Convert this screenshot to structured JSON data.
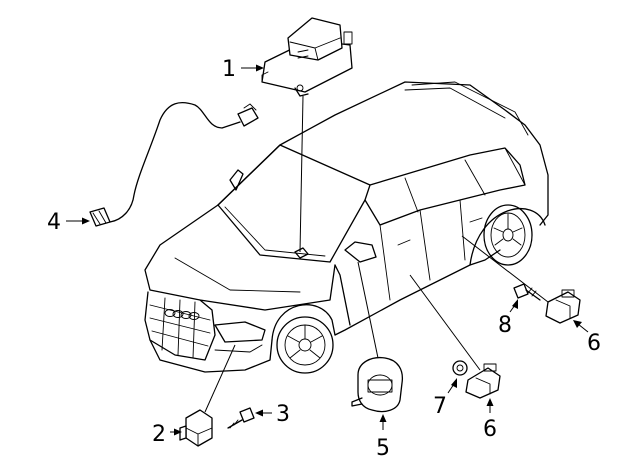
{
  "diagram": {
    "callouts": [
      {
        "id": "1",
        "label": "1"
      },
      {
        "id": "2",
        "label": "2"
      },
      {
        "id": "3",
        "label": "3"
      },
      {
        "id": "4",
        "label": "4"
      },
      {
        "id": "5",
        "label": "5"
      },
      {
        "id": "6a",
        "label": "6"
      },
      {
        "id": "6b",
        "label": "6"
      },
      {
        "id": "7",
        "label": "7"
      },
      {
        "id": "8",
        "label": "8"
      }
    ]
  },
  "colors": {
    "line": "#000000",
    "background": "#ffffff"
  }
}
